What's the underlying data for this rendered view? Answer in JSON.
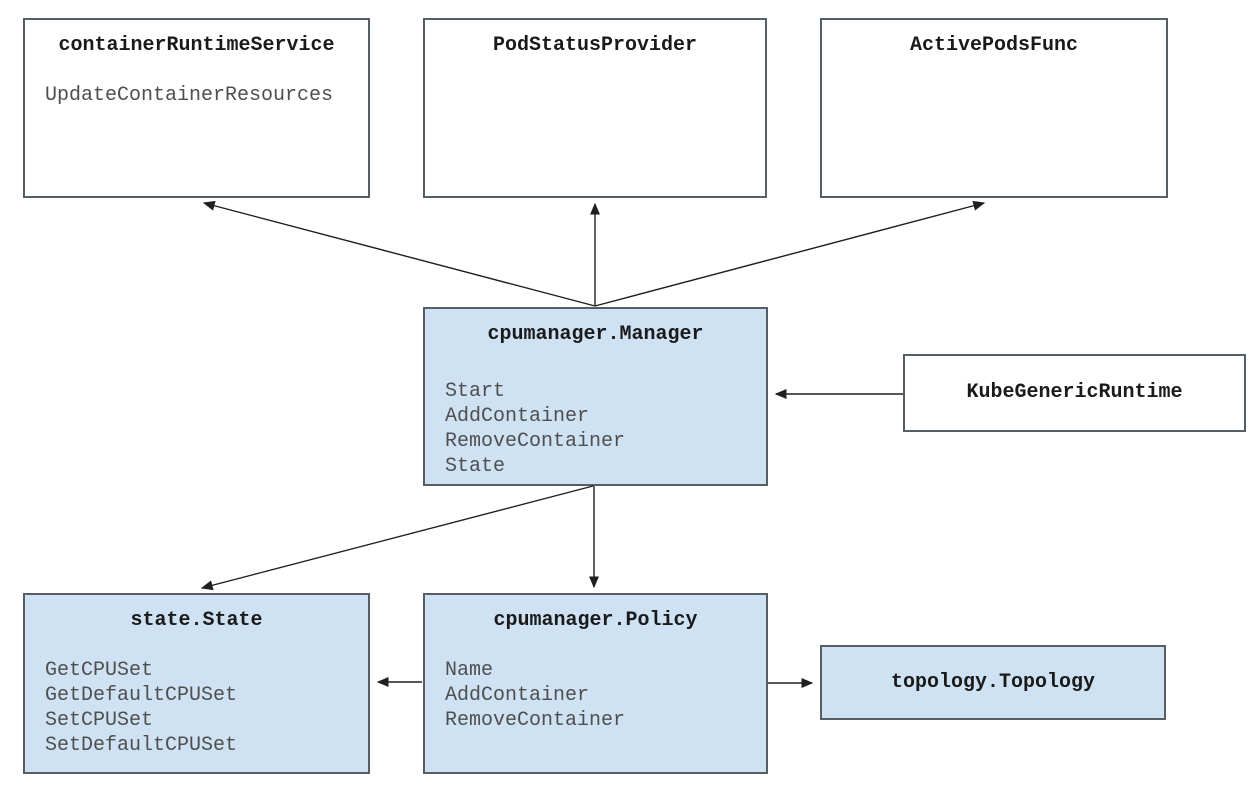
{
  "diagram": {
    "description": "Kubernetes CPU Manager architecture diagram",
    "colors": {
      "node_fill_blue": "#cfe2f3",
      "node_fill_white": "#ffffff",
      "node_border": "#565d63",
      "title_text": "#1a1a1a",
      "method_text": "#4f4f4f",
      "arrow": "#1f1f1f"
    },
    "nodes": {
      "container_runtime_service": {
        "title": "containerRuntimeService",
        "methods": [
          "UpdateContainerResources"
        ]
      },
      "pod_status_provider": {
        "title": "PodStatusProvider",
        "methods": []
      },
      "active_pods_func": {
        "title": "ActivePodsFunc",
        "methods": []
      },
      "cpumanager_manager": {
        "title": "cpumanager.Manager",
        "methods": [
          "Start",
          "AddContainer",
          "RemoveContainer",
          "State"
        ]
      },
      "kube_generic_runtime": {
        "title": "KubeGenericRuntime",
        "methods": []
      },
      "state_state": {
        "title": "state.State",
        "methods": [
          "GetCPUSet",
          "GetDefaultCPUSet",
          "SetCPUSet",
          "SetDefaultCPUSet"
        ]
      },
      "cpumanager_policy": {
        "title": "cpumanager.Policy",
        "methods": [
          "Name",
          "AddContainer",
          "RemoveContainer"
        ]
      },
      "topology_topology": {
        "title": "topology.Topology",
        "methods": []
      }
    },
    "edges": [
      {
        "from": "cpumanager_manager",
        "to": "container_runtime_service"
      },
      {
        "from": "cpumanager_manager",
        "to": "pod_status_provider"
      },
      {
        "from": "cpumanager_manager",
        "to": "active_pods_func"
      },
      {
        "from": "cpumanager_manager",
        "to": "state_state"
      },
      {
        "from": "cpumanager_manager",
        "to": "cpumanager_policy"
      },
      {
        "from": "kube_generic_runtime",
        "to": "cpumanager_manager"
      },
      {
        "from": "cpumanager_policy",
        "to": "state_state"
      },
      {
        "from": "cpumanager_policy",
        "to": "topology_topology"
      }
    ]
  }
}
